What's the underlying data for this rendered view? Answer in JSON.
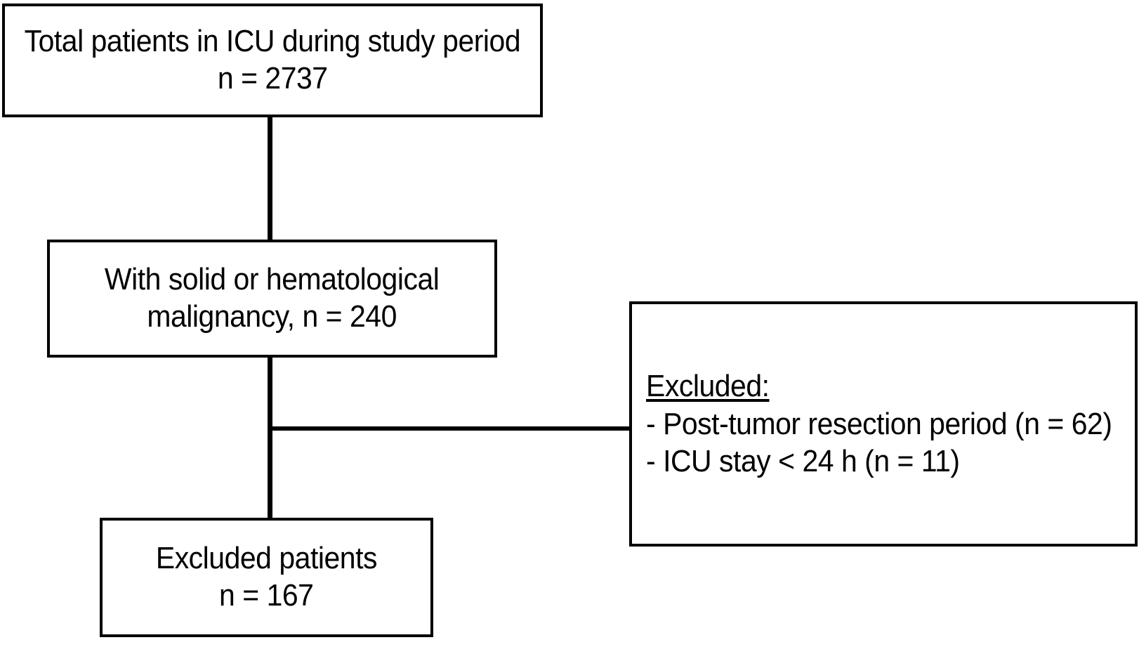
{
  "figure": {
    "type": "flow-diagram",
    "orientation": "top-down-with-right-branch",
    "background_color": "#ffffff",
    "line_color": "#000000",
    "text_color": "#000000"
  },
  "nodes": {
    "total_patients": {
      "line1": "Total patients in ICU during study period",
      "line2": "n = 2737",
      "count": 2737
    },
    "malignancy": {
      "line1": "With solid or hematological",
      "line2": "malignancy, n = 240",
      "count": 240
    },
    "excluded_reasons": {
      "heading": "Excluded:",
      "line1": "- Post-tumor resection period (n = 62)",
      "line2": "- ICU stay < 24 h (n = 11)",
      "counts": [
        62,
        11
      ]
    },
    "excluded_patients": {
      "line1": "Excluded patients",
      "line2": "n = 167",
      "count": 167
    }
  }
}
